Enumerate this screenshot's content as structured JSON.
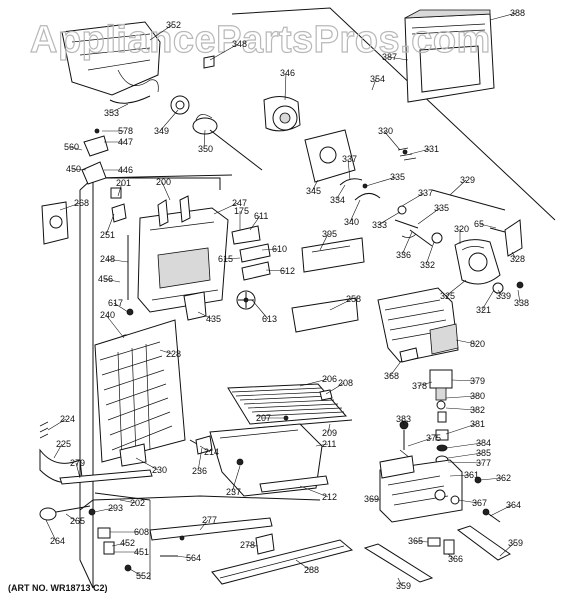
{
  "watermark": "AppliancePartsPros.com",
  "art_number": "(ART NO. WR18713 C2)",
  "part_labels": [
    {
      "id": "352",
      "text": "352"
    },
    {
      "id": "348",
      "text": "348"
    },
    {
      "id": "346",
      "text": "346"
    },
    {
      "id": "354",
      "text": "354"
    },
    {
      "id": "388",
      "text": "388"
    },
    {
      "id": "387",
      "text": "387"
    },
    {
      "id": "353",
      "text": "353"
    },
    {
      "id": "349",
      "text": "349"
    },
    {
      "id": "350",
      "text": "350"
    },
    {
      "id": "578",
      "text": "578"
    },
    {
      "id": "560",
      "text": "560"
    },
    {
      "id": "447",
      "text": "447"
    },
    {
      "id": "446",
      "text": "446"
    },
    {
      "id": "450",
      "text": "450"
    },
    {
      "id": "201",
      "text": "201"
    },
    {
      "id": "200",
      "text": "200"
    },
    {
      "id": "268",
      "text": "268"
    },
    {
      "id": "251",
      "text": "251"
    },
    {
      "id": "247",
      "text": "247"
    },
    {
      "id": "175",
      "text": "175"
    },
    {
      "id": "611",
      "text": "611"
    },
    {
      "id": "610",
      "text": "610"
    },
    {
      "id": "615",
      "text": "615"
    },
    {
      "id": "612",
      "text": "612"
    },
    {
      "id": "248",
      "text": "248"
    },
    {
      "id": "456",
      "text": "456"
    },
    {
      "id": "617",
      "text": "617"
    },
    {
      "id": "240",
      "text": "240"
    },
    {
      "id": "435",
      "text": "435"
    },
    {
      "id": "613",
      "text": "613"
    },
    {
      "id": "228",
      "text": "228"
    },
    {
      "id": "330",
      "text": "330"
    },
    {
      "id": "331",
      "text": "331"
    },
    {
      "id": "337a",
      "text": "337"
    },
    {
      "id": "345",
      "text": "345"
    },
    {
      "id": "334",
      "text": "334"
    },
    {
      "id": "335a",
      "text": "335"
    },
    {
      "id": "329",
      "text": "329"
    },
    {
      "id": "337b",
      "text": "337"
    },
    {
      "id": "340",
      "text": "340"
    },
    {
      "id": "333",
      "text": "333"
    },
    {
      "id": "335b",
      "text": "335"
    },
    {
      "id": "65",
      "text": "65"
    },
    {
      "id": "395",
      "text": "395"
    },
    {
      "id": "320",
      "text": "320"
    },
    {
      "id": "336",
      "text": "336"
    },
    {
      "id": "332",
      "text": "332"
    },
    {
      "id": "328",
      "text": "328"
    },
    {
      "id": "258",
      "text": "258"
    },
    {
      "id": "325",
      "text": "325"
    },
    {
      "id": "339",
      "text": "339"
    },
    {
      "id": "338",
      "text": "338"
    },
    {
      "id": "321",
      "text": "321"
    },
    {
      "id": "820",
      "text": "820"
    },
    {
      "id": "368",
      "text": "368"
    },
    {
      "id": "206",
      "text": "206"
    },
    {
      "id": "208",
      "text": "208"
    },
    {
      "id": "378",
      "text": "378"
    },
    {
      "id": "379",
      "text": "379"
    },
    {
      "id": "380",
      "text": "380"
    },
    {
      "id": "207",
      "text": "207"
    },
    {
      "id": "382",
      "text": "382"
    },
    {
      "id": "224",
      "text": "224"
    },
    {
      "id": "209",
      "text": "209"
    },
    {
      "id": "383",
      "text": "383"
    },
    {
      "id": "381",
      "text": "381"
    },
    {
      "id": "211",
      "text": "211"
    },
    {
      "id": "375",
      "text": "375"
    },
    {
      "id": "384",
      "text": "384"
    },
    {
      "id": "225",
      "text": "225"
    },
    {
      "id": "214",
      "text": "214"
    },
    {
      "id": "385",
      "text": "385"
    },
    {
      "id": "279",
      "text": "279"
    },
    {
      "id": "230",
      "text": "230"
    },
    {
      "id": "236",
      "text": "236"
    },
    {
      "id": "377",
      "text": "377"
    },
    {
      "id": "361",
      "text": "361"
    },
    {
      "id": "362",
      "text": "362"
    },
    {
      "id": "237",
      "text": "237"
    },
    {
      "id": "212",
      "text": "212"
    },
    {
      "id": "202",
      "text": "202"
    },
    {
      "id": "369",
      "text": "369"
    },
    {
      "id": "367",
      "text": "367"
    },
    {
      "id": "364",
      "text": "364"
    },
    {
      "id": "293",
      "text": "293"
    },
    {
      "id": "265",
      "text": "265"
    },
    {
      "id": "277",
      "text": "277"
    },
    {
      "id": "608",
      "text": "608"
    },
    {
      "id": "264",
      "text": "264"
    },
    {
      "id": "452",
      "text": "452"
    },
    {
      "id": "451",
      "text": "451"
    },
    {
      "id": "564",
      "text": "564"
    },
    {
      "id": "278",
      "text": "278"
    },
    {
      "id": "365",
      "text": "365"
    },
    {
      "id": "359a",
      "text": "359"
    },
    {
      "id": "552",
      "text": "552"
    },
    {
      "id": "366",
      "text": "366"
    },
    {
      "id": "288",
      "text": "288"
    },
    {
      "id": "359b",
      "text": "359"
    }
  ]
}
